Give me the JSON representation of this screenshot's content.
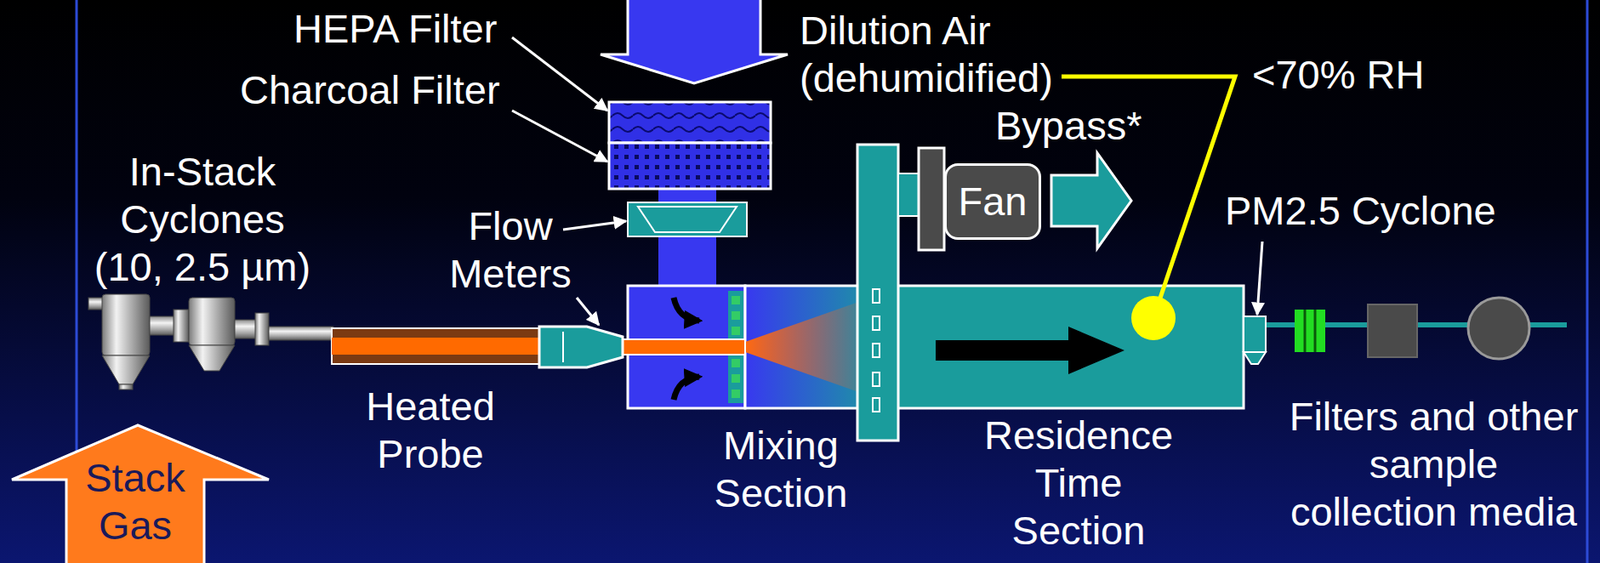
{
  "diagram": {
    "nodes": [
      {
        "text": [
          "Fan"
        ]
      },
      {
        "text": [
          "Stack Gas"
        ]
      }
    ],
    "labels": [
      "HEPA Filter",
      "Dilution Air (dehumidified)",
      "<70% RH",
      "Charcoal Filter",
      "Bypass*",
      "In-Stack Cyclones (10, 2.5 µm)",
      "Flow Meters",
      "PM2.5 Cyclone",
      "Heated Probe",
      "Mixing Section",
      "Residence Time Section",
      "Filters and other sample collection media"
    ]
  }
}
